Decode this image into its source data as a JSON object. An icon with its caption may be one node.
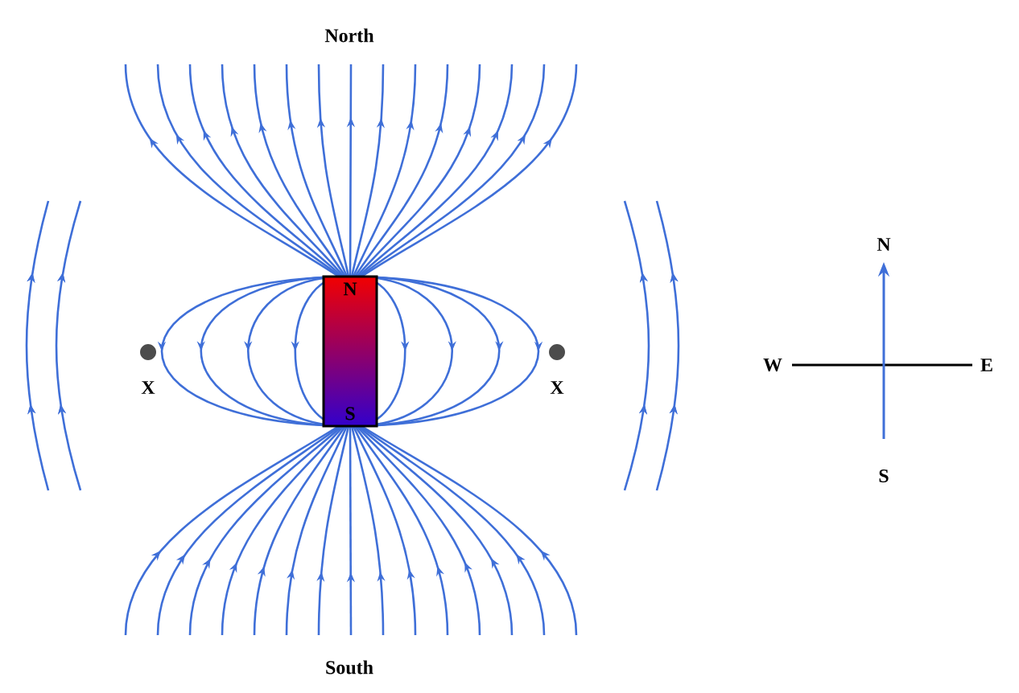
{
  "diagram": {
    "nodes": [
      {
        "text": [
          "N",
          "S"
        ]
      }
    ],
    "edges": [],
    "labels": [
      "North",
      "X",
      "X",
      "N",
      "W",
      "E",
      "S",
      "South"
    ]
  }
}
